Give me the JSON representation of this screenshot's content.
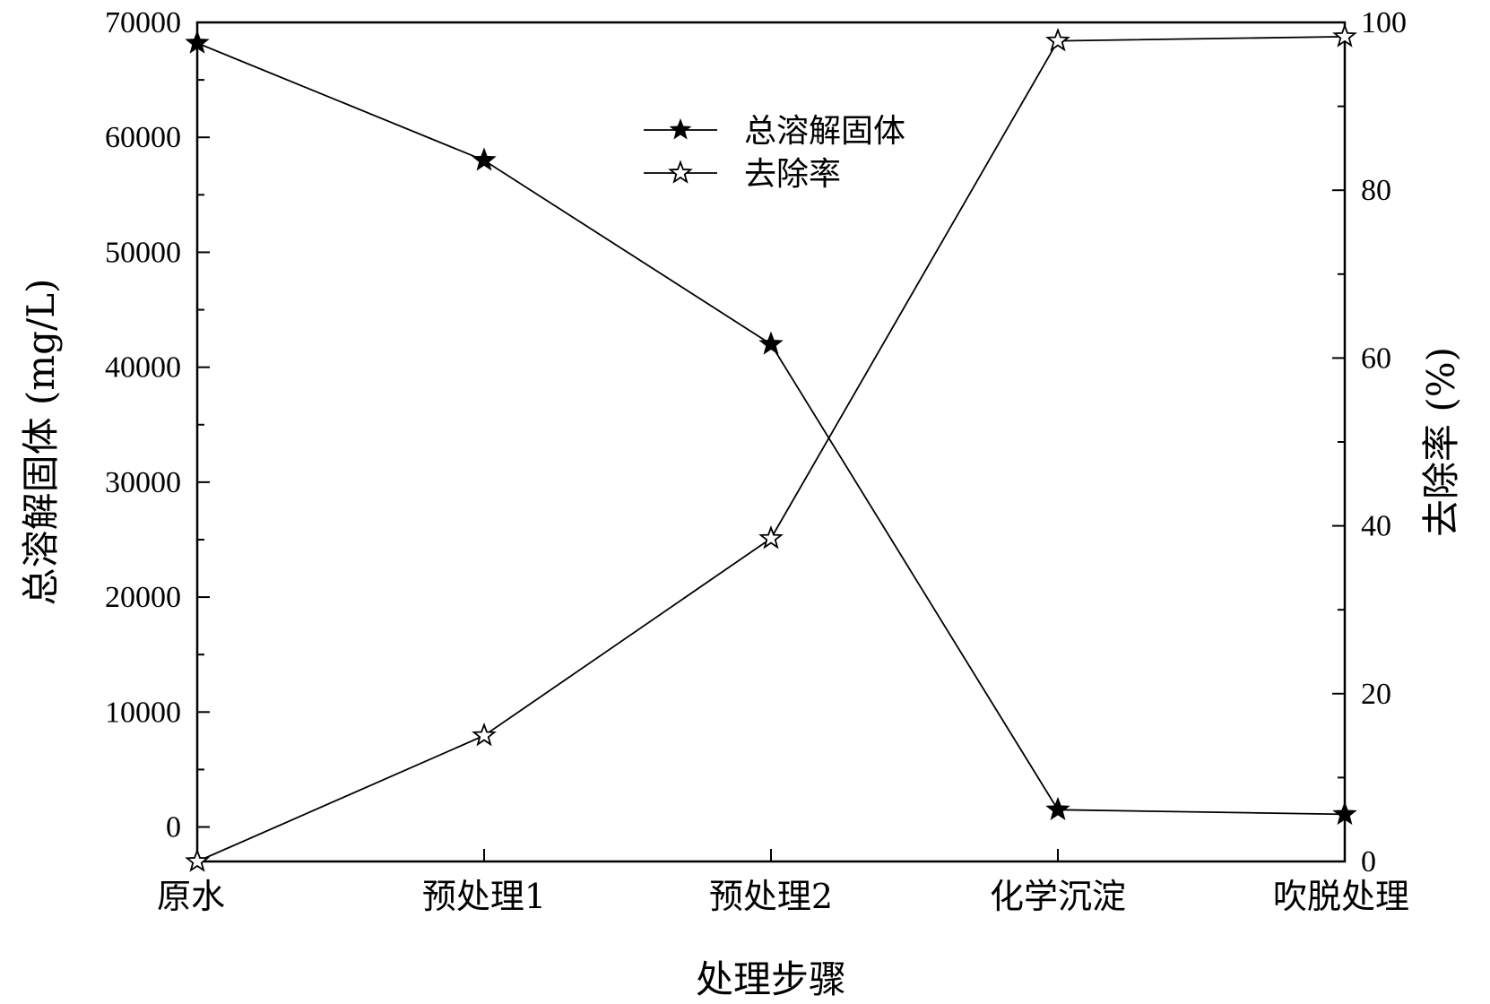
{
  "chart_data": {
    "type": "line",
    "categories": [
      "原水",
      "预处理1",
      "预处理2",
      "化学沉淀",
      "吹脱处理"
    ],
    "xlabel": "处理步骤",
    "ylabel_left": "总溶解固体 (mg/L)",
    "ylabel_right": "去除率 (%)",
    "ylim_left": [
      -3000,
      70000
    ],
    "ylim_right": [
      0,
      100
    ],
    "yticks_left": [
      "0",
      "10000",
      "20000",
      "30000",
      "40000",
      "50000",
      "60000",
      "70000"
    ],
    "yticks_right": [
      "0",
      "20",
      "40",
      "60",
      "80",
      "100"
    ],
    "grid": false,
    "legend_position": "top-center",
    "series": [
      {
        "name": "总溶解固体",
        "axis": "left",
        "marker": "filled-star",
        "values": [
          68200,
          58000,
          42000,
          1500,
          1100
        ]
      },
      {
        "name": "去除率",
        "axis": "right",
        "marker": "open-star",
        "values": [
          0,
          15,
          38.5,
          97.8,
          98.3
        ]
      }
    ],
    "colors": {
      "line": "#000000",
      "background": "#ffffff"
    }
  }
}
